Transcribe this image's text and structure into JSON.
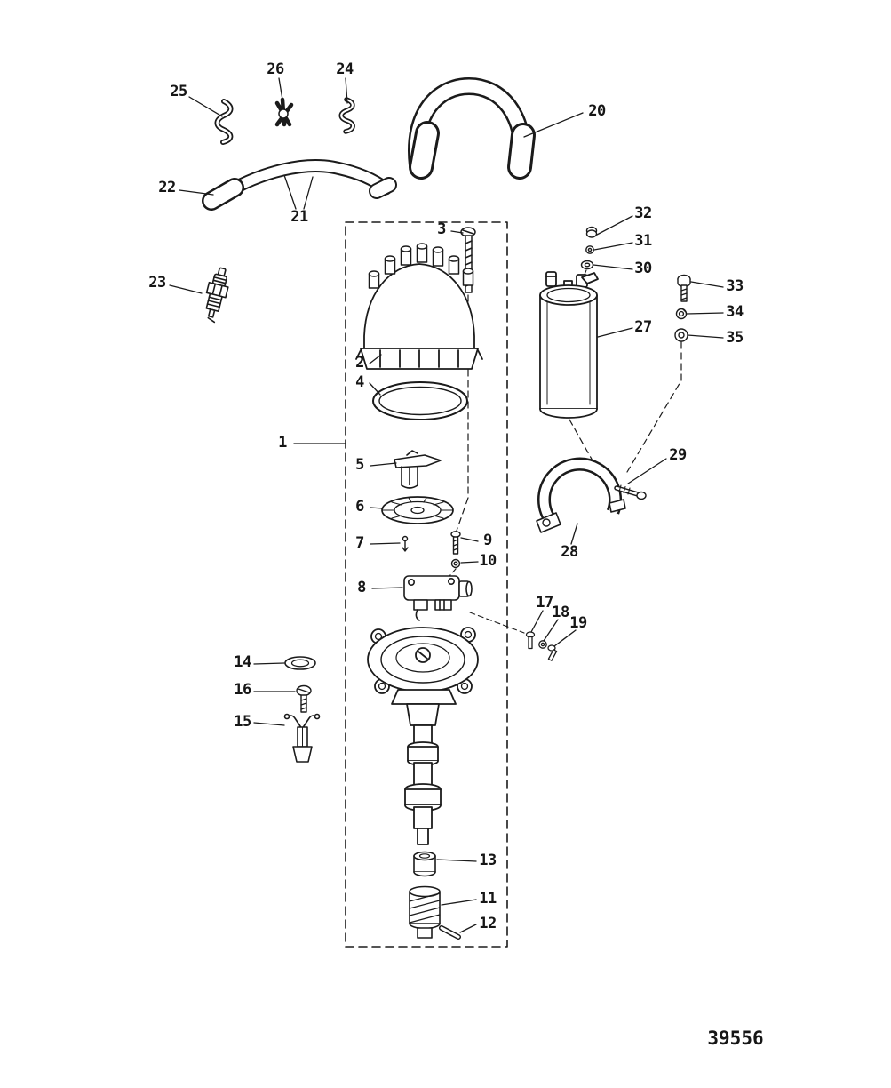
{
  "figure": {
    "number": "39556"
  },
  "callouts": [
    {
      "label": "1"
    },
    {
      "label": "2"
    },
    {
      "label": "3"
    },
    {
      "label": "4"
    },
    {
      "label": "5"
    },
    {
      "label": "6"
    },
    {
      "label": "7"
    },
    {
      "label": "8"
    },
    {
      "label": "9"
    },
    {
      "label": "10"
    },
    {
      "label": "11"
    },
    {
      "label": "12"
    },
    {
      "label": "13"
    },
    {
      "label": "14"
    },
    {
      "label": "15"
    },
    {
      "label": "16"
    },
    {
      "label": "17"
    },
    {
      "label": "18"
    },
    {
      "label": "19"
    },
    {
      "label": "20"
    },
    {
      "label": "21"
    },
    {
      "label": "22"
    },
    {
      "label": "23"
    },
    {
      "label": "24"
    },
    {
      "label": "25"
    },
    {
      "label": "26"
    },
    {
      "label": "27"
    },
    {
      "label": "28"
    },
    {
      "label": "29"
    },
    {
      "label": "30"
    },
    {
      "label": "31"
    },
    {
      "label": "32"
    },
    {
      "label": "33"
    },
    {
      "label": "34"
    },
    {
      "label": "35"
    }
  ]
}
